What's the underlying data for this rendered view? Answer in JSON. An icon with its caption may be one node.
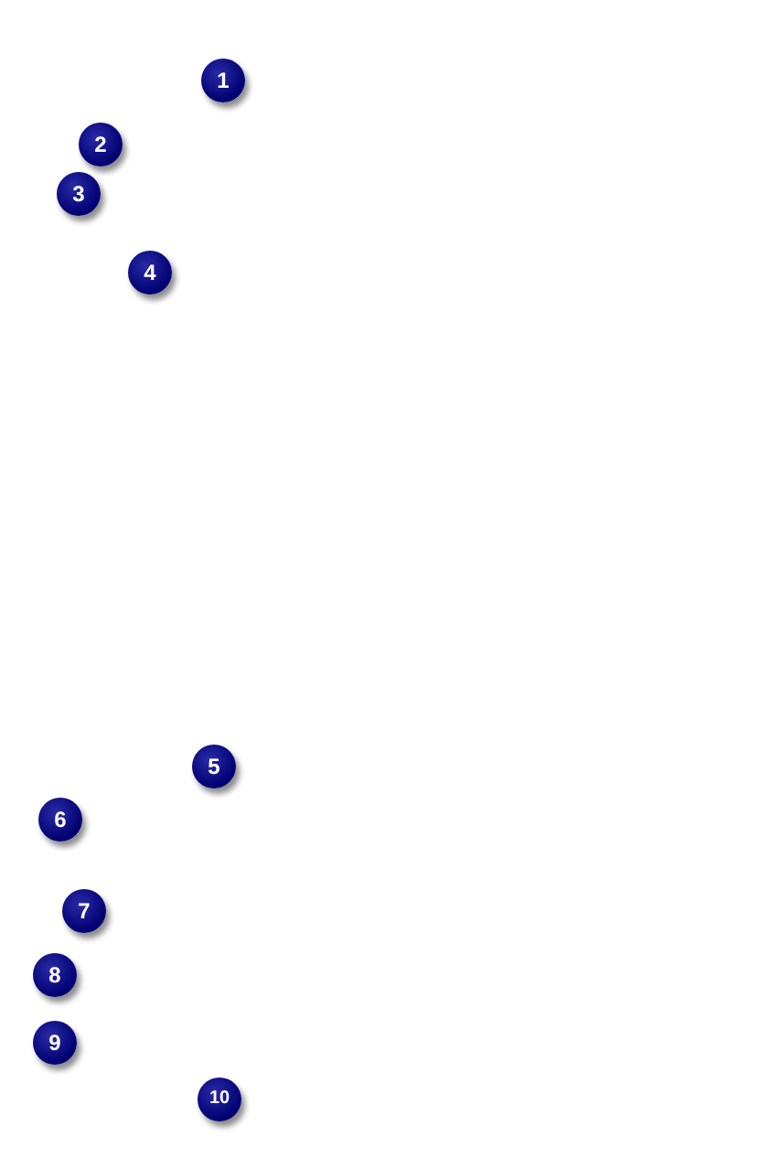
{
  "diagram": {
    "labels": [
      "1",
      "2",
      "3",
      "4",
      "5",
      "6",
      "7",
      "8",
      "9",
      "10"
    ]
  }
}
